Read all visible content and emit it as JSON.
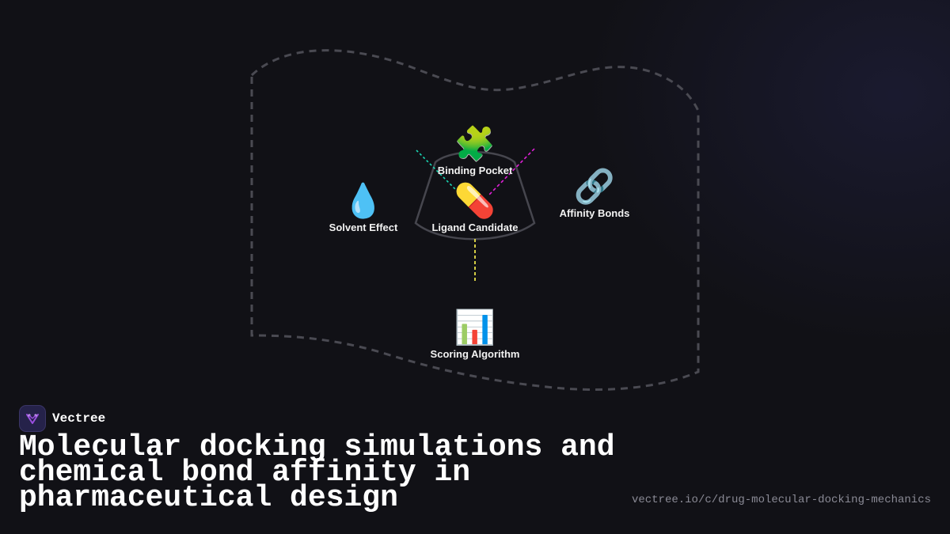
{
  "diagram": {
    "nodes": {
      "binding_pocket": {
        "icon": "puzzle-piece",
        "emoji": "🧩",
        "label": "Binding Pocket"
      },
      "ligand_candidate": {
        "icon": "pill",
        "emoji": "💊",
        "label": "Ligand Candidate"
      },
      "solvent_effect": {
        "icon": "droplet",
        "emoji": "💧",
        "label": "Solvent Effect"
      },
      "affinity_bonds": {
        "icon": "link",
        "emoji": "🔗",
        "label": "Affinity Bonds"
      },
      "scoring_algorithm": {
        "icon": "bar-chart",
        "emoji": "📊",
        "label": "Scoring Algorithm"
      }
    },
    "connector_colors": {
      "teal": "#19d8b4",
      "magenta": "#e020d8",
      "yellow": "#e8e04a",
      "outline": "#4a4a52"
    }
  },
  "brand": {
    "name": "Vectree",
    "logo_color": "#9b4fe0"
  },
  "headline": "Molecular docking simulations and chemical bond affinity in pharmaceutical design",
  "url": "vectree.io/c/drug-molecular-docking-mechanics"
}
